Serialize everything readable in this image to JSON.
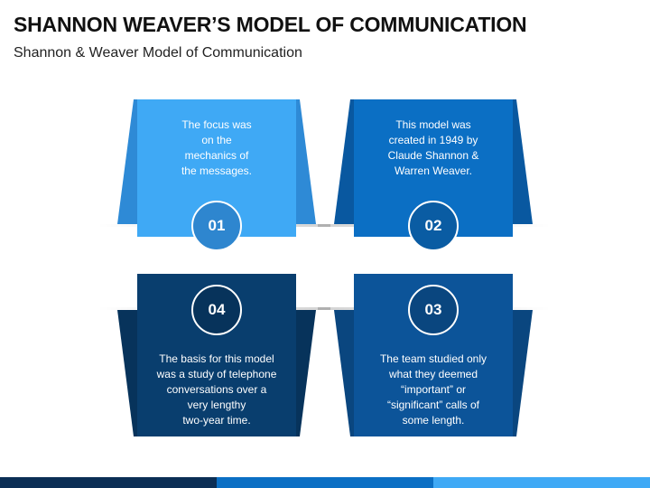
{
  "header": {
    "title": "SHANNON WEAVER’S MODEL OF COMMUNICATION",
    "subtitle": "Shannon & Weaver Model of Communication"
  },
  "cards": [
    {
      "number": "01",
      "text": "The focus was\non the\nmechanics of\nthe messages.",
      "color": "#3FA9F5",
      "side_color": "#2E8AD6"
    },
    {
      "number": "02",
      "text": "This model was\ncreated in 1949 by\nClaude Shannon &\nWarren Weaver.",
      "color": "#0B6FC4",
      "side_color": "#0958A0"
    },
    {
      "number": "03",
      "text": "The team studied only\nwhat they deemed\n“important” or\n“significant” calls of\nsome length.",
      "color": "#0C5499",
      "side_color": "#0A467F"
    },
    {
      "number": "04",
      "text": "The basis for this model\nwas a study of telephone\nconversations over a\nvery lengthy\ntwo-year time.",
      "color": "#093E6E",
      "side_color": "#07335B"
    }
  ],
  "colors": {
    "bar_dark": "#0B2E55",
    "bar_mid": "#0B6FC4",
    "bar_light": "#3FA9F5"
  }
}
